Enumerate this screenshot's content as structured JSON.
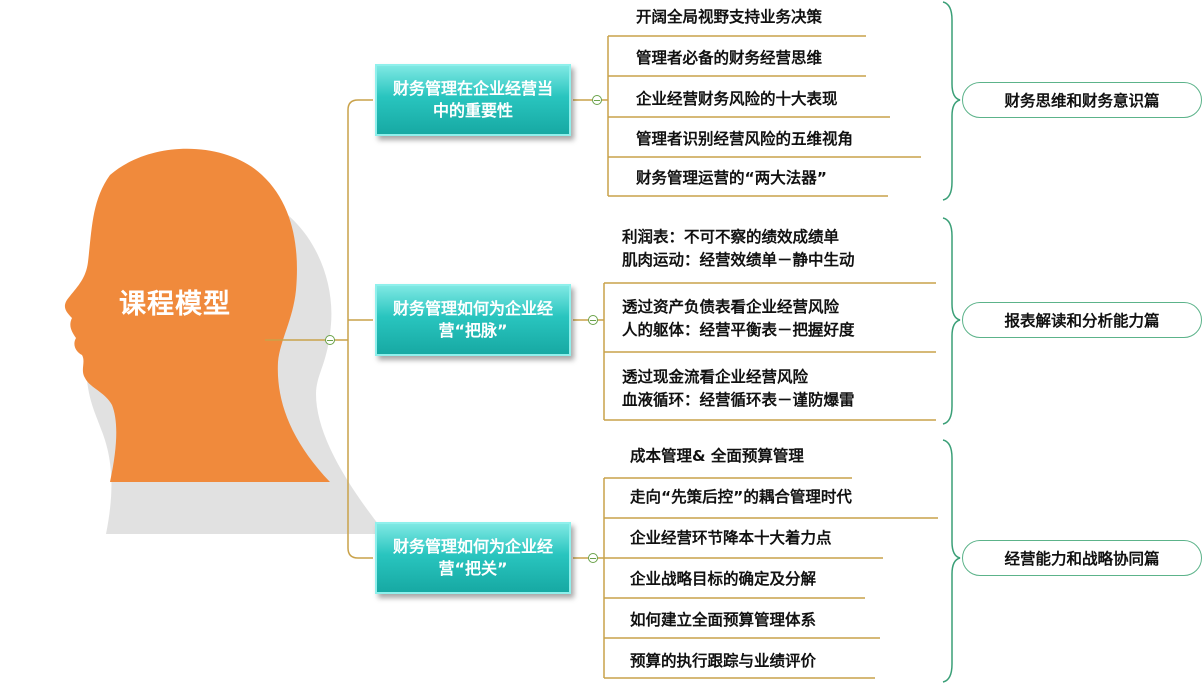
{
  "central": {
    "label": "课程模型",
    "icon": "human-head-icon",
    "color": "#f08a3c"
  },
  "topics": [
    {
      "label": "财务管理在企业经营当中的重要性",
      "items": [
        "开阔全局视野支持业务决策",
        "管理者必备的财务经营思维",
        "企业经营财务风险的十大表现",
        "管理者识别经营风险的五维视角",
        "财务管理运营的“两大法器”"
      ],
      "category": "财务思维和财务意识篇"
    },
    {
      "label": "财务管理如何为企业经营“把脉”",
      "items": [
        "利润表：不可不察的绩效成绩单",
        "肌肉运动：经营效绩单－静中生动",
        "透过资产负债表看企业经营风险",
        "人的躯体：经营平衡表－把握好度",
        "透过现金流看企业经营风险",
        "血液循环：经营循环表－谨防爆雷"
      ],
      "category": "报表解读和分析能力篇"
    },
    {
      "label": "财务管理如何为企业经营“把关”",
      "items": [
        "成本管理& 全面预算管理",
        "走向“先策后控”的耦合管理时代",
        "企业经营环节降本十大着力点",
        "企业战略目标的确定及分解",
        "如何建立全面预算管理体系",
        "预算的执行跟踪与业绩评价"
      ],
      "category": "经营能力和战略协同篇"
    }
  ],
  "colors": {
    "connector": "#c9a24a",
    "topic": "#29c5bf",
    "category_border": "#5cb38a",
    "brace": "#3a9f77"
  }
}
